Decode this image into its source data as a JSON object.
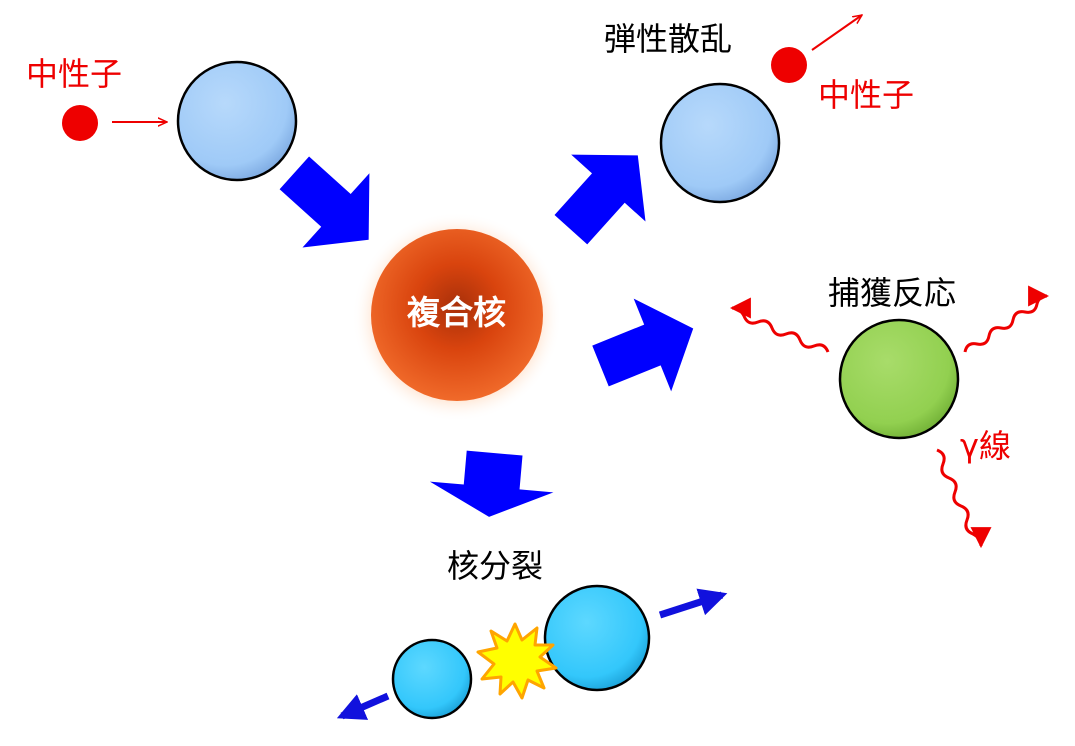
{
  "labels": {
    "neutron_in": "中性子",
    "elastic_scattering": "弾性散乱",
    "neutron_out": "中性子",
    "compound_nucleus": "複合核",
    "capture_reaction": "捕獲反応",
    "gamma_ray": "γ線",
    "fission": "核分裂"
  },
  "colors": {
    "neutron": "#ee0000",
    "target_nucleus": "#9fcaf7",
    "compound_nucleus": "#e04a10",
    "capture_nucleus": "#92d050",
    "fission_fragment": "#33ccff",
    "process_arrow": "#0000ff",
    "explosion": "#ffff00"
  }
}
